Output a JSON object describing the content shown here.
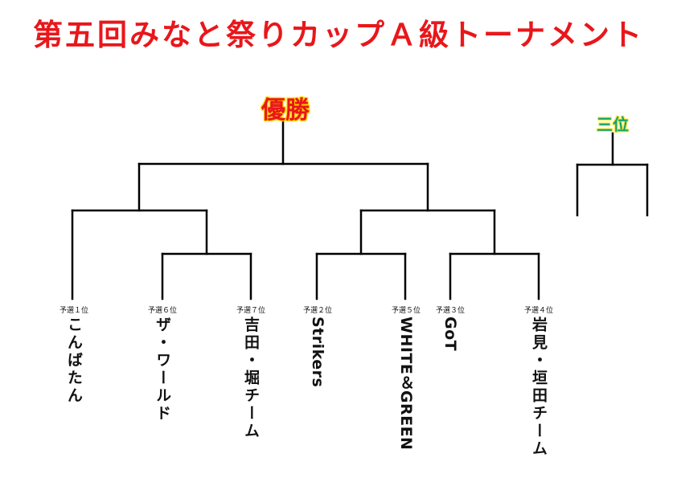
{
  "title": "第五回みなと祭りカップＡ級トーナメント",
  "champion_label": "優勝",
  "third_place_label": "三位",
  "teams": [
    {
      "seed": "予選１位",
      "name": "こんばたん"
    },
    {
      "seed": "予選６位",
      "name": "ザ・ワールド"
    },
    {
      "seed": "予選７位",
      "name": "吉田・堀チーム"
    },
    {
      "seed": "予選２位",
      "name": "Strikers"
    },
    {
      "seed": "予選５位",
      "name": "WHITE＆GREEN"
    },
    {
      "seed": "予選３位",
      "name": "GoT"
    },
    {
      "seed": "予選４位",
      "name": "岩見・垣田チーム"
    }
  ],
  "colors": {
    "title": "#e8171b",
    "champion_text": "#e8171b",
    "champion_glow": "#ffd400",
    "third_text": "#1aa36a",
    "lines": "#000000"
  }
}
